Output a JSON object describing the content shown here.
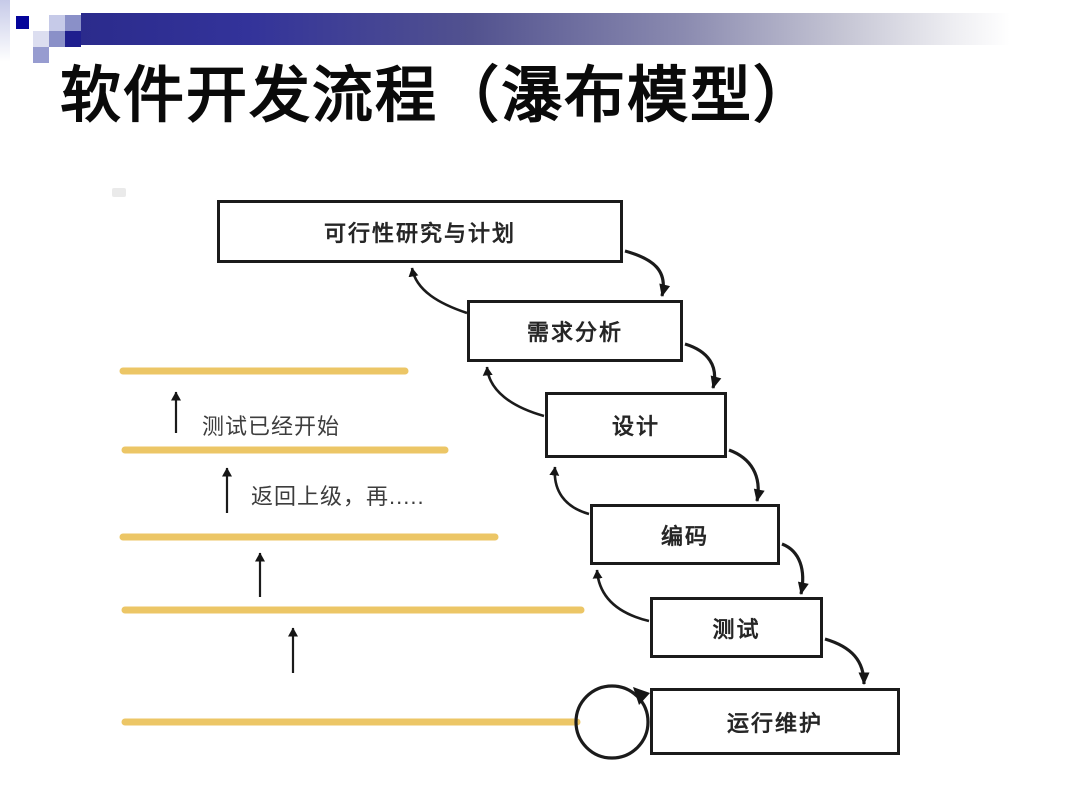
{
  "slide": {
    "title": "软件开发流程（瀑布模型）"
  },
  "colors": {
    "bar_navy": "#2b2b8c",
    "accent_navy": "#04049a",
    "periwinkle": "#8a90c8",
    "lavender": "#c6cae8",
    "yellow_line": "#ecc666",
    "ink": "#1b1b1b"
  },
  "diagram": {
    "boxes": [
      {
        "label": "可行性研究与计划"
      },
      {
        "label": "需求分析"
      },
      {
        "label": "设计"
      },
      {
        "label": "编码"
      },
      {
        "label": "测试"
      },
      {
        "label": "运行维护"
      }
    ],
    "annotations": [
      {
        "label": "测试已经开始"
      },
      {
        "label": "返回上级，再....."
      }
    ]
  }
}
